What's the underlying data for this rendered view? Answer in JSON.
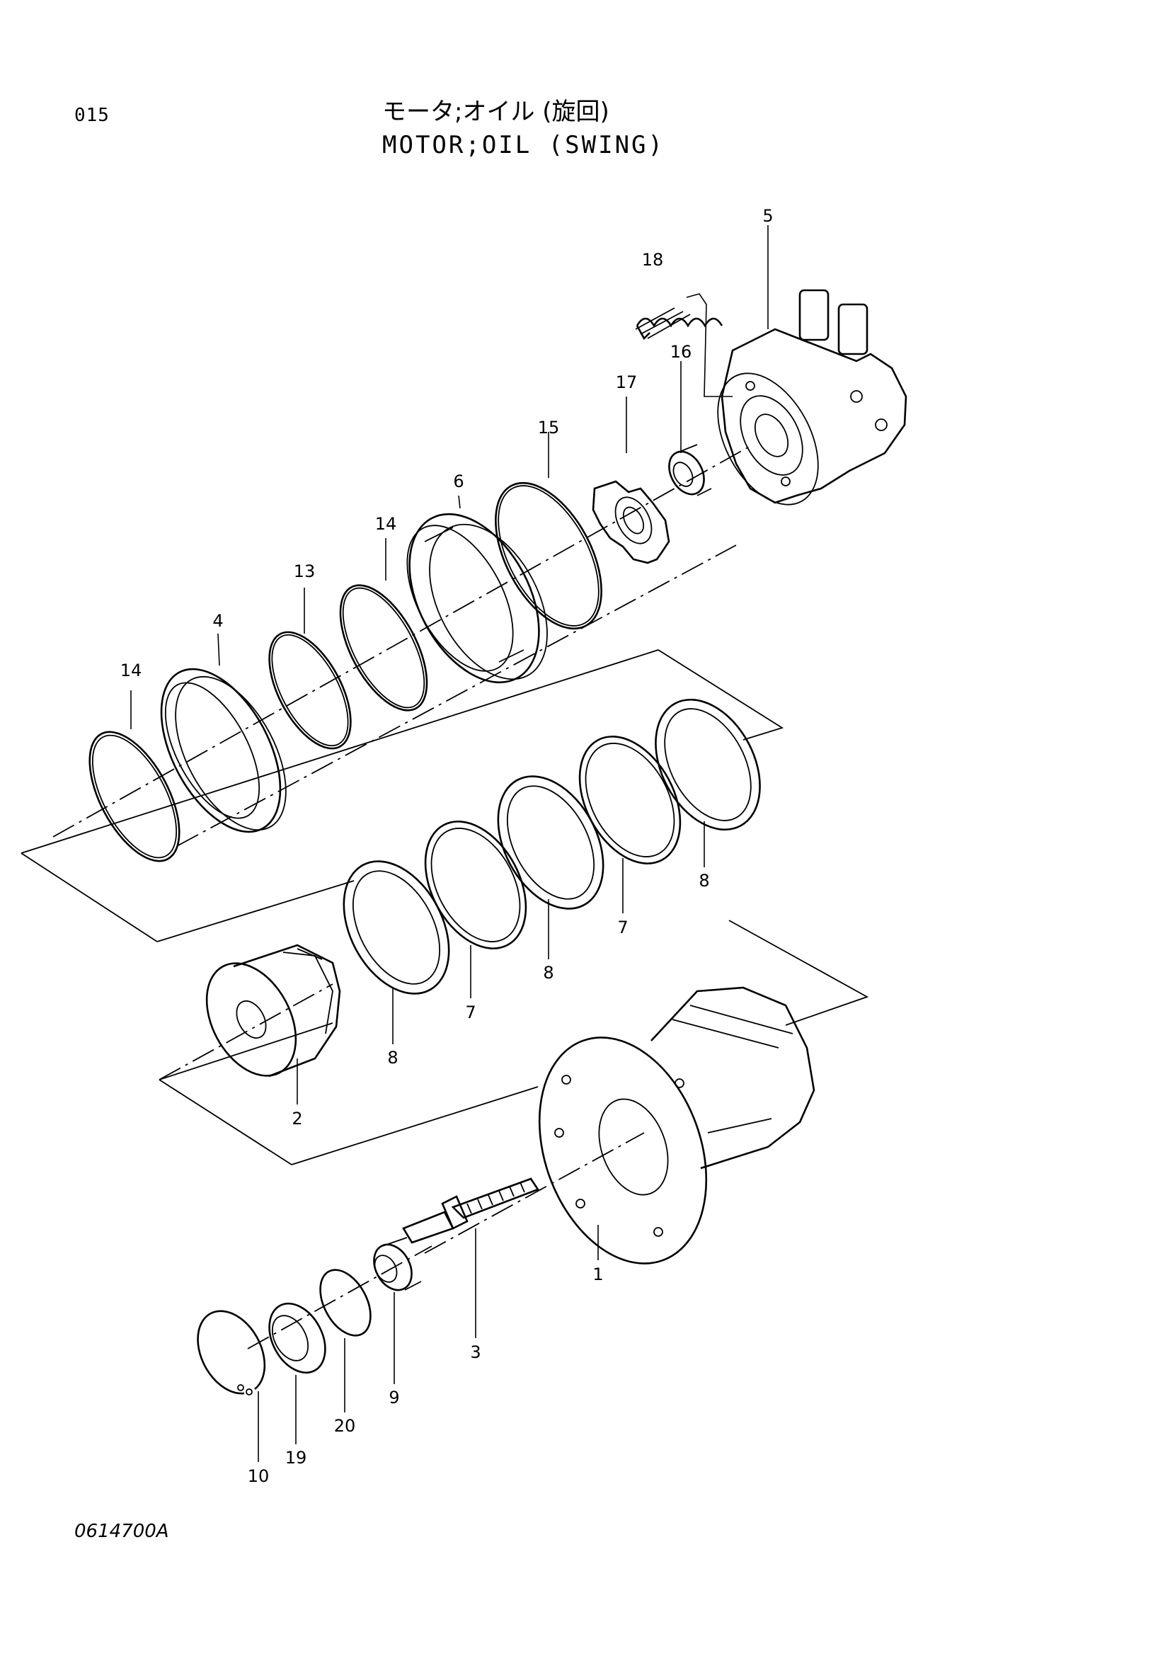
{
  "header": {
    "page_number": "015",
    "title_jp": "モータ;オイル (旋回)",
    "title_en": "MOTOR;OIL (SWING)"
  },
  "footer": {
    "figure_code": "0614700A"
  },
  "callouts": [
    "1",
    "2",
    "3",
    "4",
    "5",
    "6",
    "7",
    "7",
    "8",
    "8",
    "8",
    "9",
    "10",
    "13",
    "14",
    "14",
    "15",
    "16",
    "17",
    "18",
    "19",
    "20"
  ]
}
